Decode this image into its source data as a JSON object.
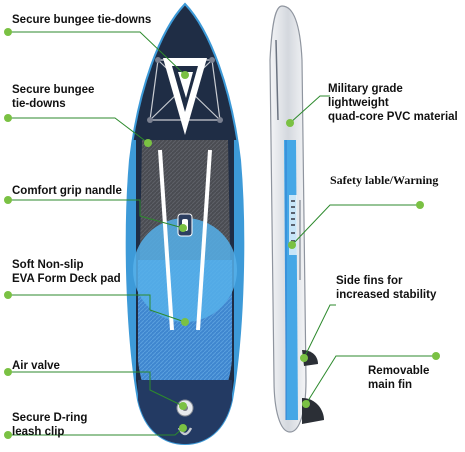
{
  "colors": {
    "board_navy": "#1f2d45",
    "board_blue": "#2f7fd0",
    "board_light_blue": "#45a7e6",
    "rail_silver": "#d9dde3",
    "leader_green": "#2d8a2d",
    "dot_green": "#7ac143"
  },
  "icons": [
    "board-top-view",
    "board-side-view",
    "carry-handle",
    "air-valve",
    "d-ring",
    "side-fin",
    "main-fin"
  ],
  "callouts": {
    "bungee_top": "Secure bungee tie-downs",
    "bungee_side": "Secure bungee\ntie-downs",
    "grip_handle": "Comfort grip nandle",
    "deck_pad": "Soft Non-slip\nEVA Form Deck pad",
    "air_valve": "Air valve",
    "d_ring": "Secure D-ring\nleash clip",
    "pvc_material": "Military grade lightweight\nquad-core PVC material",
    "safety_label": "Safety lable/Warning",
    "side_fins": "Side fins for\nincreased stability",
    "main_fin": "Removable\nmain fin"
  }
}
